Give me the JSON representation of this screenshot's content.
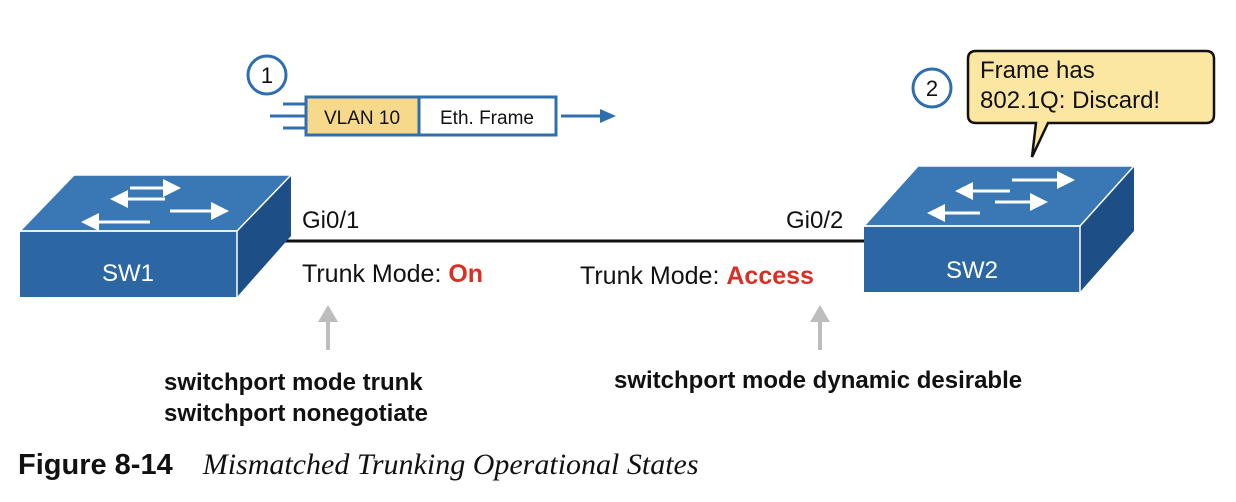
{
  "steps": [
    {
      "number": "1"
    },
    {
      "number": "2"
    }
  ],
  "frame": {
    "vlan_tag": "VLAN 10",
    "payload": "Eth. Frame"
  },
  "callout": {
    "lines": [
      "Frame has",
      "802.1Q: Discard!"
    ]
  },
  "switches": [
    {
      "name": "SW1",
      "port": "Gi0/1",
      "trunk_mode_label": "Trunk Mode:",
      "trunk_mode_value": "On",
      "commands": [
        "switchport mode trunk",
        "switchport nonegotiate"
      ]
    },
    {
      "name": "SW2",
      "port": "Gi0/2",
      "trunk_mode_label": "Trunk Mode:",
      "trunk_mode_value": "Access",
      "commands": [
        "switchport mode dynamic desirable"
      ]
    }
  ],
  "caption": {
    "figure": "Figure 8-14",
    "title": "Mismatched Trunking Operational States"
  },
  "colors": {
    "switch_top": "#3a77b5",
    "switch_front": "#2c67a4",
    "switch_side": "#1d4f86",
    "accent_blue": "#2f6fb0",
    "vlan_fill": "#f7d98b",
    "callout_fill": "#fbe6a2",
    "status_red": "#d93025",
    "pointer_gray": "#bdbdbd"
  }
}
